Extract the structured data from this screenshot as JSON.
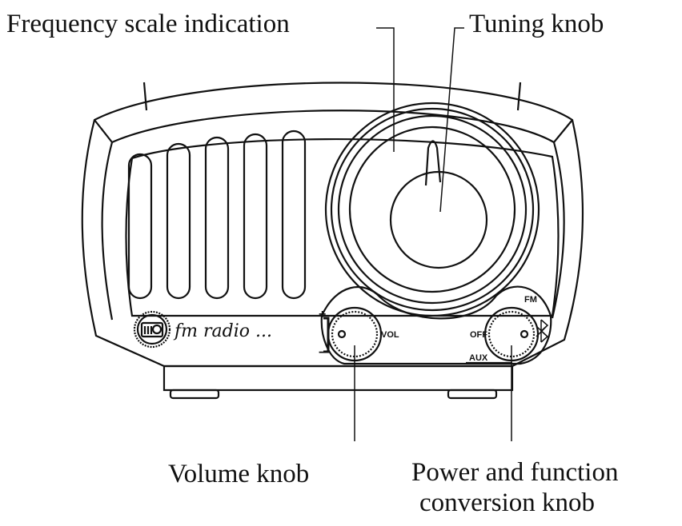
{
  "callouts": {
    "frequency_scale": "Frequency scale indication",
    "tuning_knob": "Tuning knob",
    "volume_knob": "Volume knob",
    "power_function_line1": "Power and function",
    "power_function_line2": "conversion knob"
  },
  "radio_labels": {
    "brand": "fm radio ...",
    "vol": "VOL",
    "off": "OFF",
    "fm": "FM",
    "aux": "AUX",
    "plus": "+",
    "minus": "−"
  },
  "icons": {
    "radio_logo": "radio-icon",
    "bluetooth": "bluetooth-icon"
  },
  "colors": {
    "line": "#111111",
    "background": "#ffffff"
  }
}
